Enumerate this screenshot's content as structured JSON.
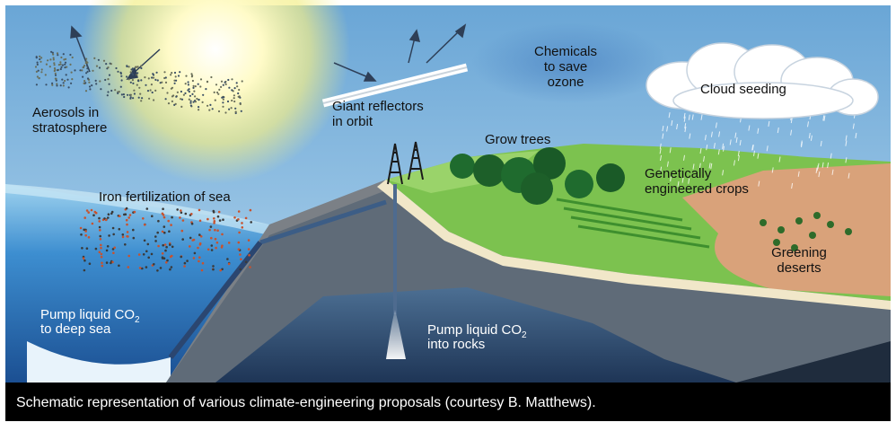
{
  "labels": {
    "aerosols_1": "Aerosols in",
    "aerosols_2": "stratosphere",
    "reflectors_1": "Giant reflectors",
    "reflectors_2": "in orbit",
    "chemicals_1": "Chemicals",
    "chemicals_2": "to save",
    "chemicals_3": "ozone",
    "cloud": "Cloud seeding",
    "trees": "Grow trees",
    "crops_1": "Genetically",
    "crops_2": "engineered crops",
    "iron": "Iron fertilization of sea",
    "deserts_1": "Greening",
    "deserts_2": "deserts",
    "deep_sea_1": "Pump liquid CO",
    "deep_sea_sub": "2",
    "deep_sea_2": "to deep sea",
    "rocks_1": "Pump liquid CO",
    "rocks_sub": "2",
    "rocks_2": "into rocks"
  },
  "caption": "Schematic representation of various climate-engineering proposals (courtesy B. Matthews).",
  "colors": {
    "sky": "#7fb6dc",
    "sun": "#fff7a8",
    "sea": "#2f6fb8",
    "grass": "#7cc24f",
    "rock": "#8a8f96",
    "desert": "#d9a27a",
    "caption_bg": "#000000"
  }
}
